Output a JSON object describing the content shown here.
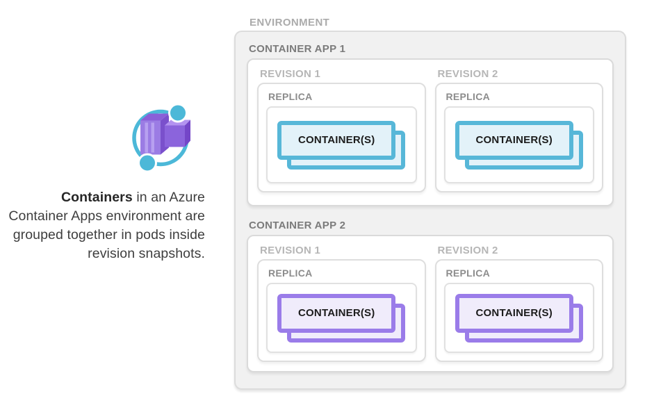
{
  "legend": {
    "icon_name": "azure-container-apps-icon",
    "caption_bold": "Containers",
    "caption_rest": " in an Azure Container Apps environment are grouped together in pods inside revision snapshots.",
    "icon_colors": {
      "ring_teal": "#4cb8d8",
      "cube_purple": "#9b7ce4",
      "cube_purple_dark": "#7a50cc",
      "cube_purple_light": "#b7a0f0"
    }
  },
  "environment": {
    "label": "ENVIRONMENT",
    "apps": [
      {
        "label": "CONTAINER APP 1",
        "accent": "#57b7d8",
        "container_fill": "#e3f2f9",
        "revisions": [
          {
            "label": "REVISION 1",
            "replica": {
              "label": "REPLICA",
              "containers_label": "CONTAINER(S)"
            }
          },
          {
            "label": "REVISION 2",
            "replica": {
              "label": "REPLICA",
              "containers_label": "CONTAINER(S)"
            }
          }
        ]
      },
      {
        "label": "CONTAINER APP 2",
        "accent": "#9a7ce9",
        "container_fill": "#f0ecfb",
        "revisions": [
          {
            "label": "REVISION 1",
            "replica": {
              "label": "REPLICA",
              "containers_label": "CONTAINER(S)"
            }
          },
          {
            "label": "REVISION 2",
            "replica": {
              "label": "REPLICA",
              "containers_label": "CONTAINER(S)"
            }
          }
        ]
      }
    ]
  }
}
